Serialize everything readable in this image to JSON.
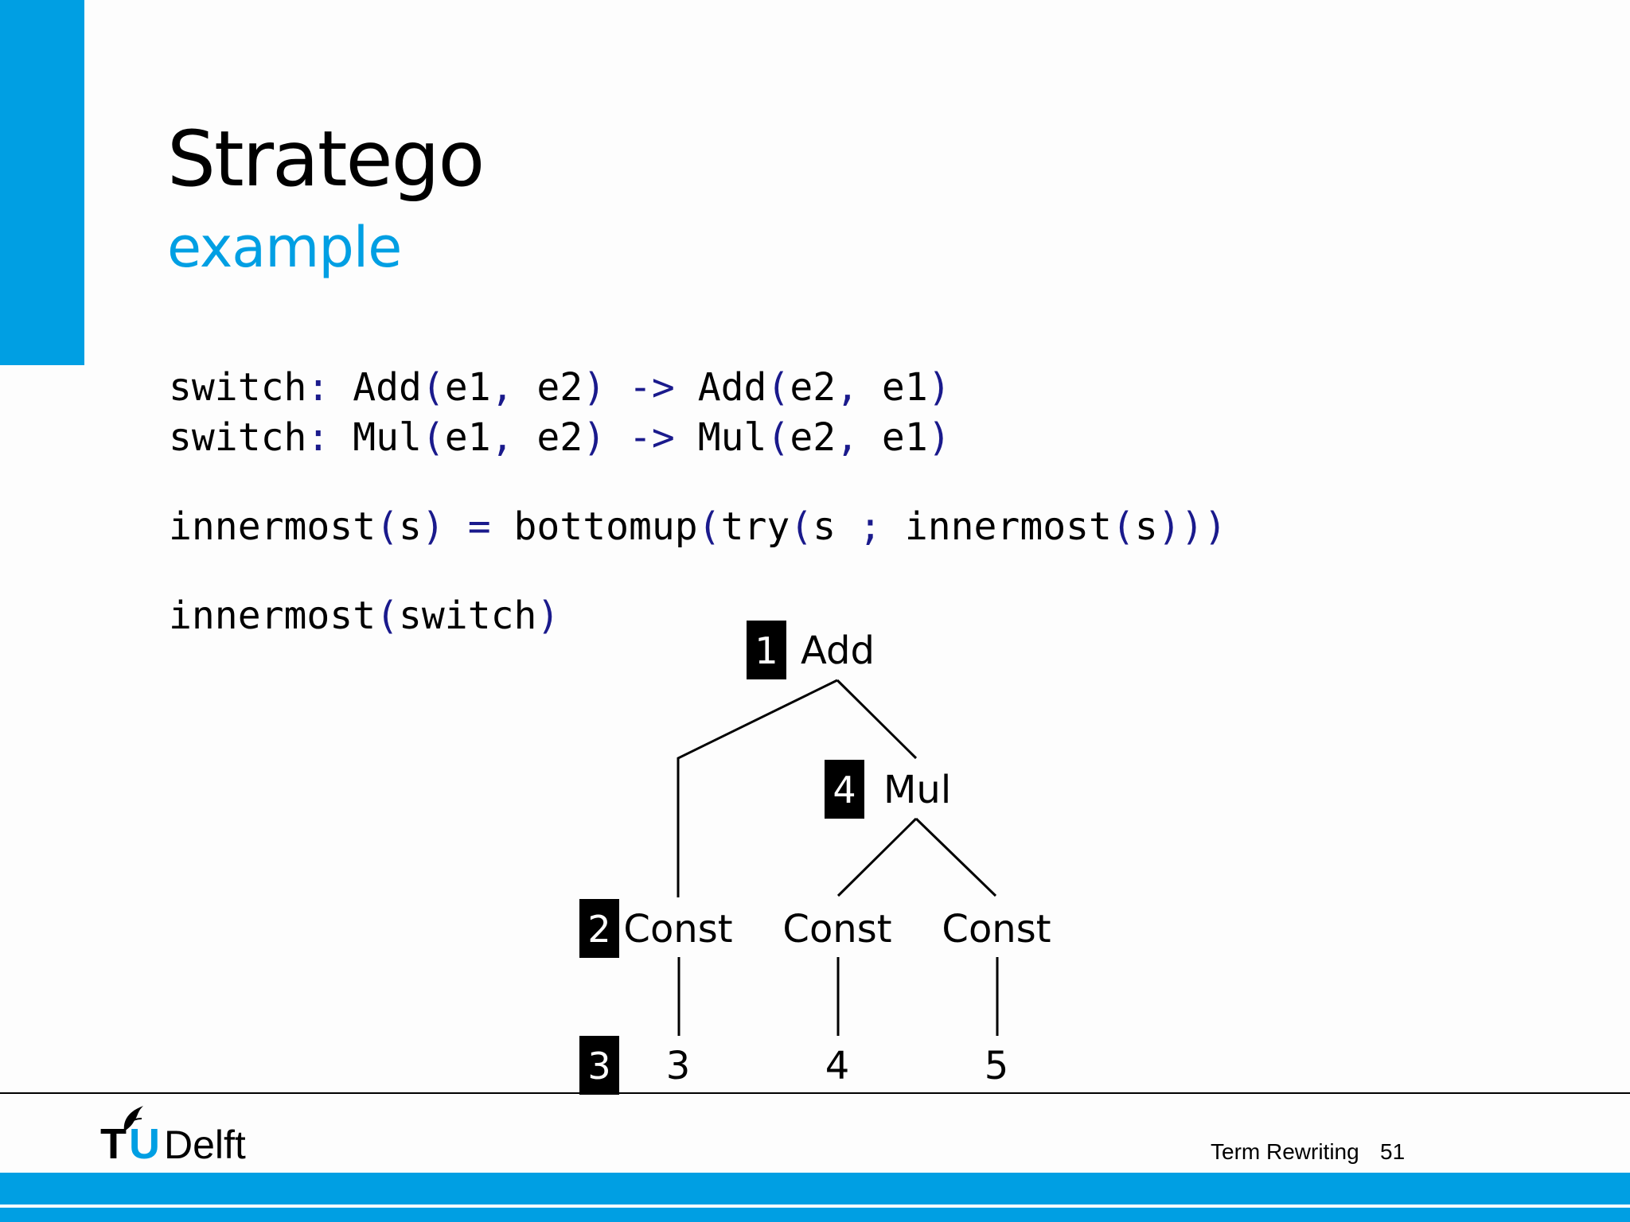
{
  "slide": {
    "title": "Stratego",
    "subtitle": "example",
    "code": {
      "line1": [
        "switch",
        ":",
        " Add",
        "(",
        "e1",
        ",",
        " e2",
        ")",
        " ->",
        " Add",
        "(",
        "e2",
        ",",
        " e1",
        ")"
      ],
      "line2": [
        "switch",
        ":",
        " Mul",
        "(",
        "e1",
        ",",
        " e2",
        ")",
        " ->",
        " Mul",
        "(",
        "e2",
        ",",
        " e1",
        ")"
      ],
      "line3": [
        "innermost",
        "(",
        "s",
        ")",
        " =",
        " bottomup",
        "(",
        "try",
        "(",
        "s ",
        ";",
        " innermost",
        "(",
        "s",
        ")))"
      ],
      "line4": [
        "innermost",
        "(",
        "switch",
        ")"
      ]
    },
    "tree": {
      "nodes": [
        {
          "id": "add",
          "label": "Add",
          "badge": "1"
        },
        {
          "id": "mul",
          "label": "Mul",
          "badge": "4"
        },
        {
          "id": "const1",
          "label": "Const",
          "badge": "2"
        },
        {
          "id": "const2",
          "label": "Const",
          "badge": ""
        },
        {
          "id": "const3",
          "label": "Const",
          "badge": ""
        },
        {
          "id": "val1",
          "label": "3",
          "badge": "3"
        },
        {
          "id": "val2",
          "label": "4",
          "badge": ""
        },
        {
          "id": "val3",
          "label": "5",
          "badge": ""
        }
      ]
    }
  },
  "footer": {
    "logo_mark": "TU",
    "logo_text": "Delft",
    "course": "Term Rewriting",
    "page_number": "51"
  },
  "colors": {
    "accent": "#009fe3",
    "code_punctuation": "#1a1a8c"
  }
}
